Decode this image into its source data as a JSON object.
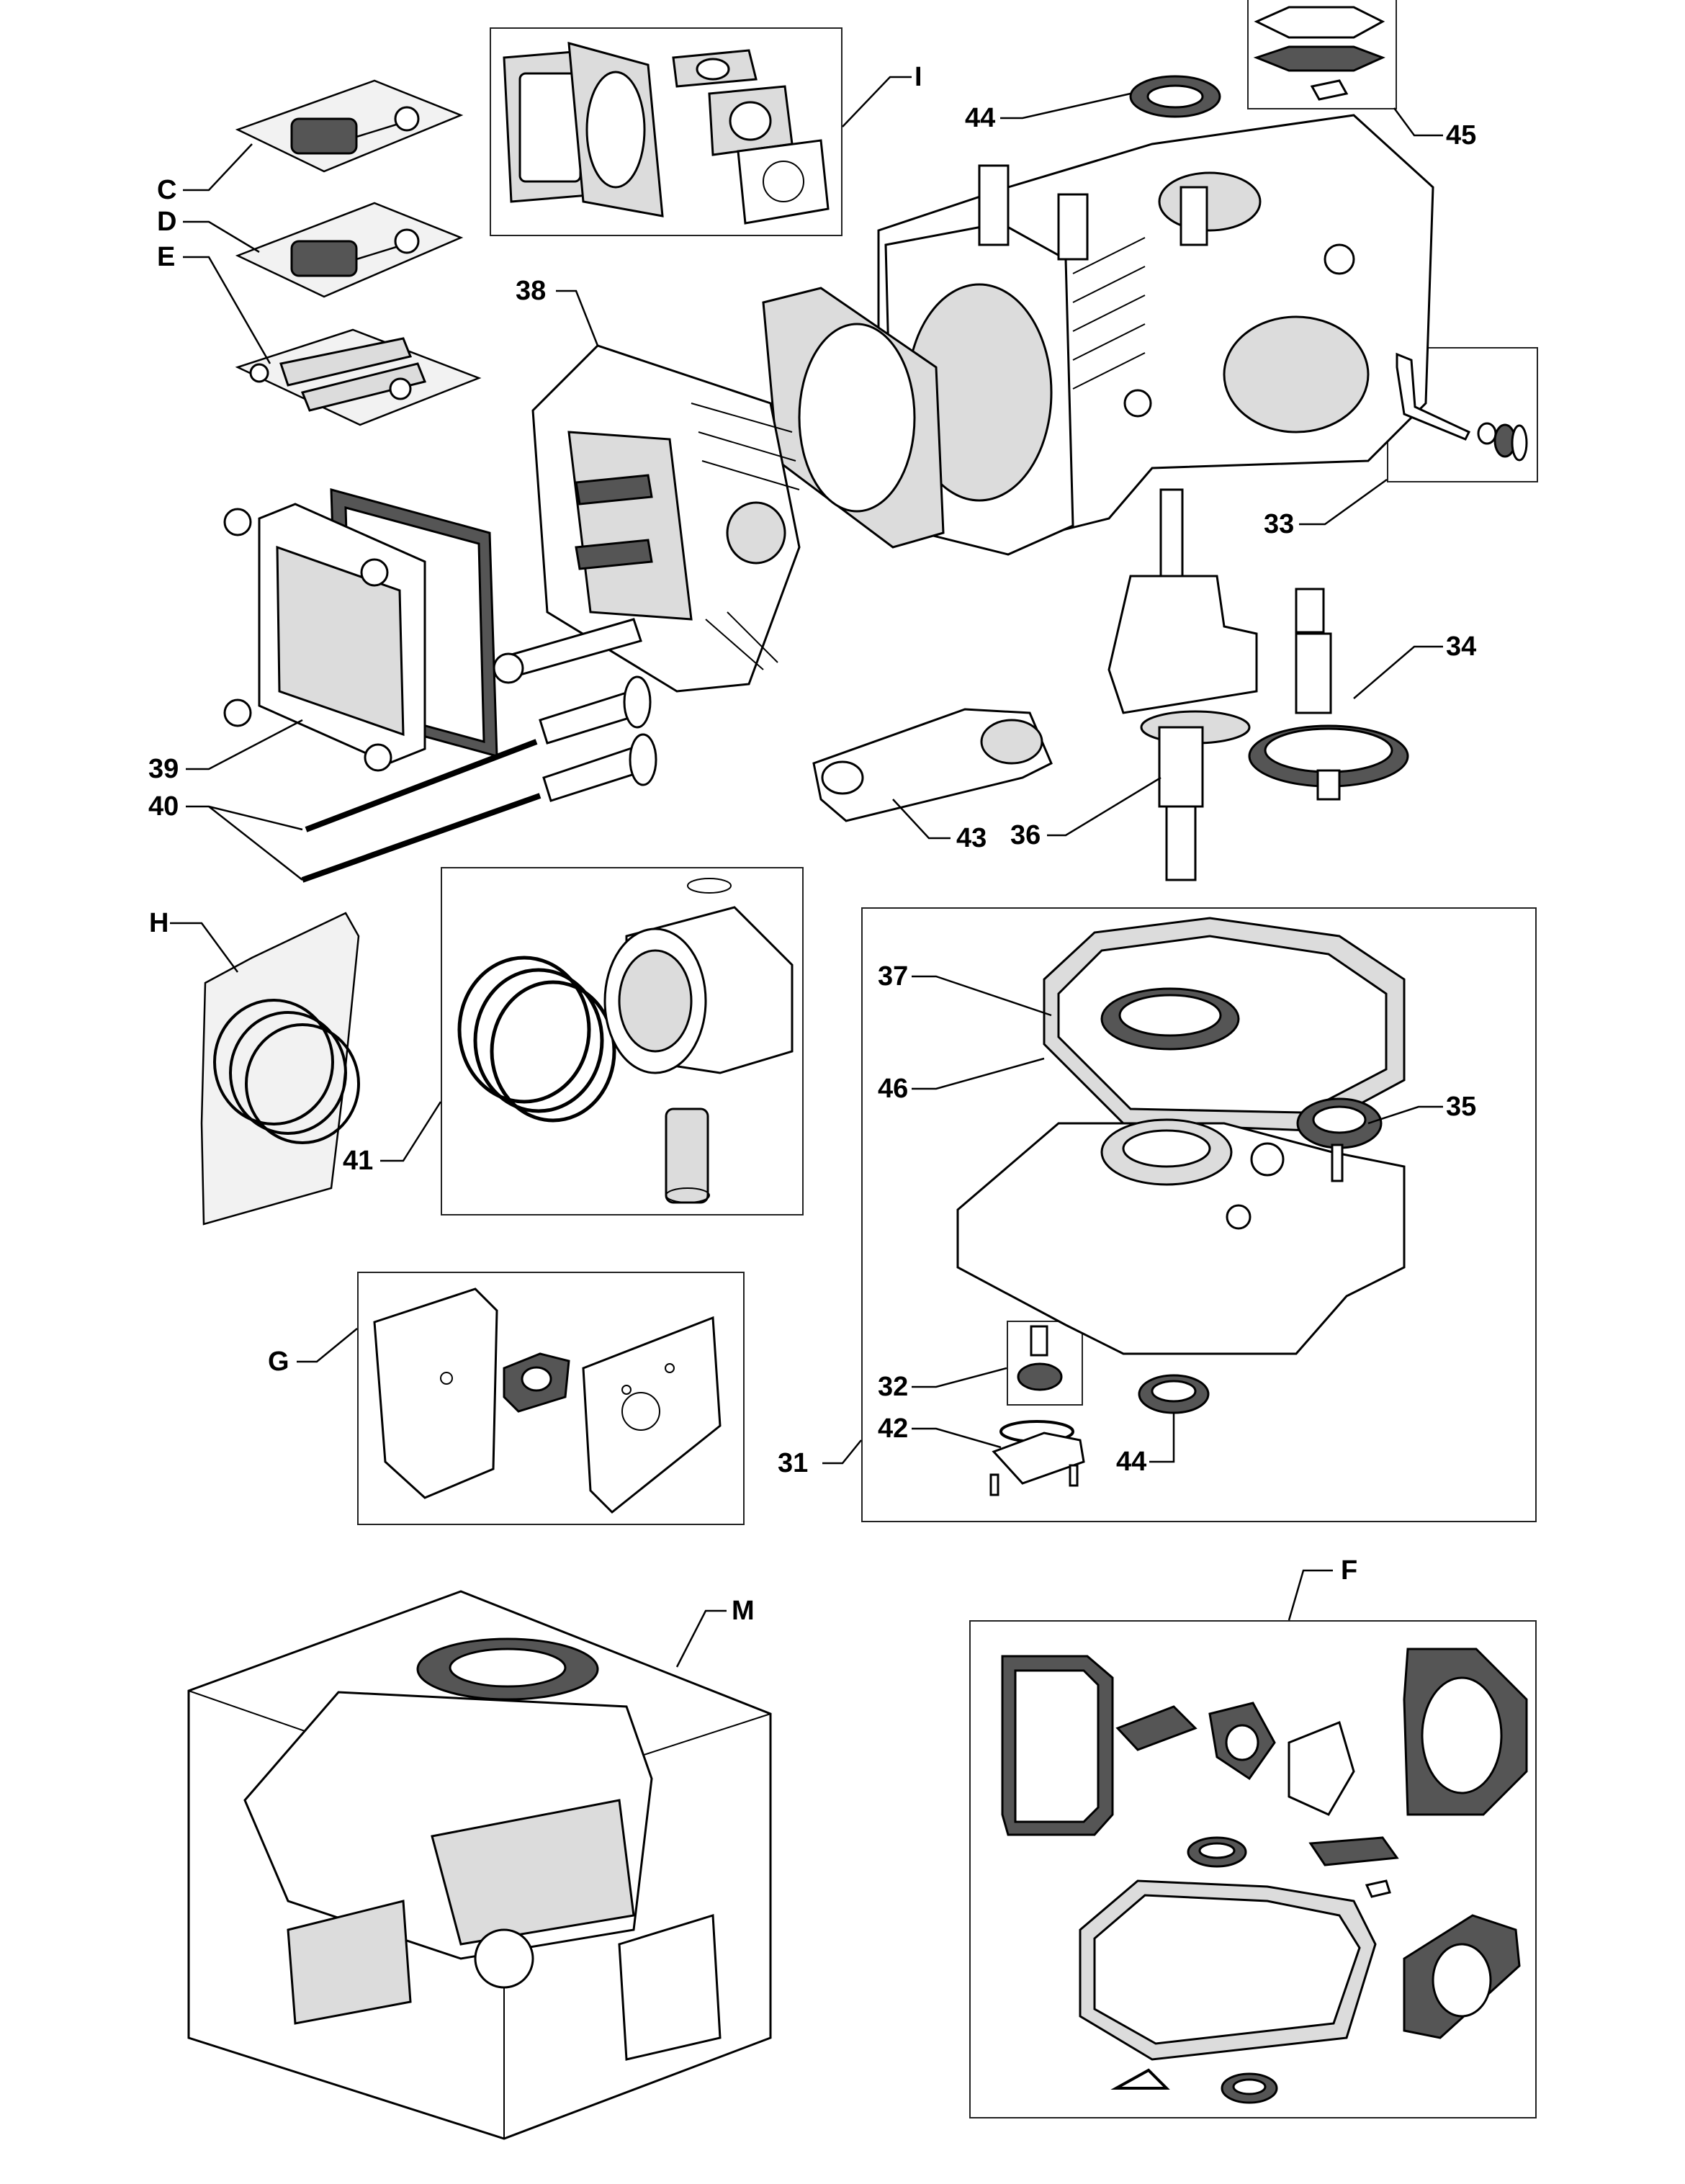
{
  "callouts": {
    "c": "C",
    "d": "D",
    "e": "E",
    "i": "I",
    "h": "H",
    "g": "G",
    "m": "M",
    "f": "F",
    "n44_top": "44",
    "n45": "45",
    "n38": "38",
    "n33": "33",
    "n34": "34",
    "n36": "36",
    "n43": "43",
    "n39": "39",
    "n40": "40",
    "n41": "41",
    "n37": "37",
    "n46": "46",
    "n35": "35",
    "n32": "32",
    "n42": "42",
    "n31": "31",
    "n44_bottom": "44"
  }
}
